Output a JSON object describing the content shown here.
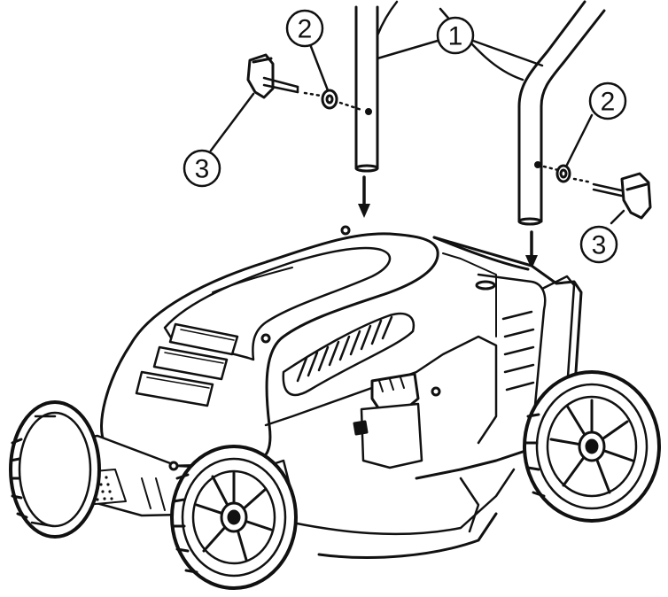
{
  "diagram": {
    "callouts": [
      {
        "id": "tube",
        "label": "1"
      },
      {
        "id": "washer-left",
        "label": "2"
      },
      {
        "id": "washer-right",
        "label": "2"
      },
      {
        "id": "knob-left",
        "label": "3"
      },
      {
        "id": "knob-right",
        "label": "3"
      }
    ],
    "colors": {
      "line": "#111111",
      "fill": "#ffffff",
      "tread": "#1a1a1a",
      "shade": "#d9d9d9"
    }
  }
}
